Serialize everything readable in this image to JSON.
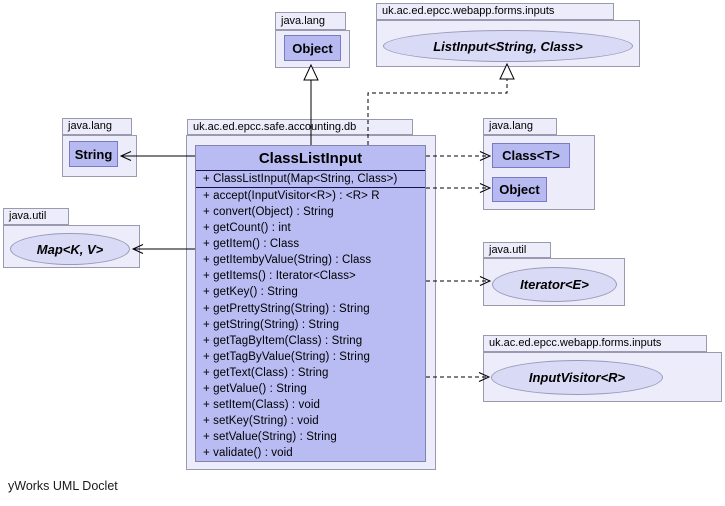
{
  "footer": "yWorks UML Doclet",
  "colors": {
    "package_fill": "#ececfa",
    "package_border": "#9a9aae",
    "class_fill": "#b7b9f1",
    "class_border": "#7979c5",
    "main_class_fill": "#b9bbf3",
    "interface_fill": "#d8daf6",
    "line": "#000000",
    "background": "#ffffff"
  },
  "packages": {
    "top_left": {
      "name": "java.lang",
      "class_name": "Object"
    },
    "top_right": {
      "name": "uk.ac.ed.epcc.webapp.forms.inputs",
      "interface_name": "ListInput<String, Class>"
    },
    "center": {
      "name": "uk.ac.ed.epcc.safe.accounting.db"
    },
    "left": {
      "name": "java.lang",
      "class_name": "String"
    },
    "left_lower": {
      "name": "java.util",
      "interface_name": "Map<K, V>"
    },
    "right": {
      "name": "java.lang",
      "classes": [
        "Class<T>",
        "Object"
      ]
    },
    "right_mid": {
      "name": "java.util",
      "interface_name": "Iterator<E>"
    },
    "right_lower": {
      "name": "uk.ac.ed.epcc.webapp.forms.inputs",
      "interface_name": "InputVisitor<R>"
    }
  },
  "main_class": {
    "name": "ClassListInput",
    "members": [
      "+ ClassListInput(Map<String, Class>)",
      "+ accept(InputVisitor<R>) : <R> R",
      "+ convert(Object) : String",
      "+ getCount() : int",
      "+ getItem() : Class",
      "+ getItembyValue(String) : Class",
      "+ getItems() : Iterator<Class>",
      "+ getKey() : String",
      "+ getPrettyString(String) : String",
      "+ getString(String) : String",
      "+ getTagByItem(Class) : String",
      "+ getTagByValue(String) : String",
      "+ getText(Class) : String",
      "+ getValue() : String",
      "+ setItem(Class) : void",
      "+ setKey(String) : void",
      "+ setValue(String) : String",
      "+ validate() : void"
    ]
  },
  "relationships": {
    "generalization": "ClassListInput extends Object",
    "realization": "ClassListInput implements ListInput<String, Class>",
    "dependencies": [
      "String",
      "Map<K, V>",
      "Class<T>",
      "Object",
      "Iterator<E>",
      "InputVisitor<R>"
    ]
  }
}
